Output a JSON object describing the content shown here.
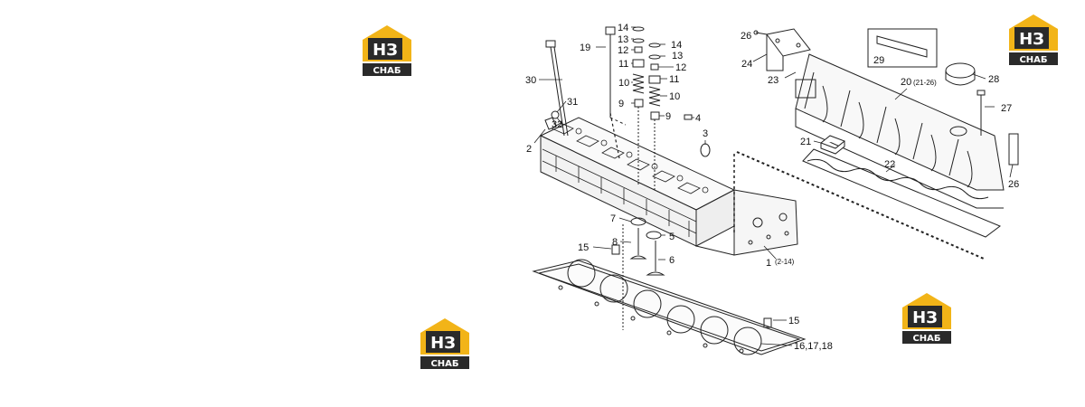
{
  "brand": {
    "mark": "НЗ",
    "word": "СНАБ",
    "colors": {
      "yellow": "#f2b418",
      "dark": "#2a2a2a",
      "white": "#ffffff"
    }
  },
  "diagram": {
    "line_color": "#222222",
    "labels": {
      "l1": "1",
      "l1_sub": "(2-14)",
      "l2": "2",
      "l3": "3",
      "l4": "4",
      "l5": "5",
      "l6": "6",
      "l7": "7",
      "l8": "8",
      "l9a": "9",
      "l9b": "9",
      "l10a": "10",
      "l10b": "10",
      "l11a": "11",
      "l11b": "11",
      "l12a": "12",
      "l12b": "12",
      "l13a": "13",
      "l13b": "13",
      "l14a": "14",
      "l14b": "14",
      "l15a": "15",
      "l15b": "15",
      "l161718": "16,17,18",
      "l19": "19",
      "l20": "20",
      "l20_sub": "(21-26)",
      "l21": "21",
      "l22": "22",
      "l23": "23",
      "l24": "24",
      "l26a": "26",
      "l26b": "26",
      "l27": "27",
      "l28": "28",
      "l29": "29",
      "l30": "30",
      "l31": "31",
      "l32": "32"
    }
  }
}
